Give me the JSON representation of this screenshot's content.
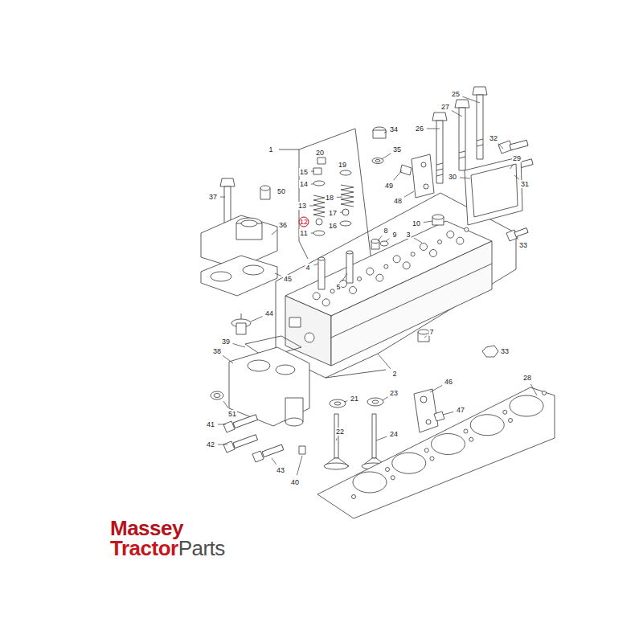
{
  "diagram": {
    "labels": [
      "25",
      "27",
      "26",
      "34",
      "32",
      "1",
      "35",
      "20",
      "29",
      "15",
      "19",
      "30",
      "14",
      "31",
      "49",
      "50",
      "37",
      "18",
      "48",
      "13",
      "17",
      "12",
      "36",
      "10",
      "16",
      "8",
      "9",
      "3",
      "11",
      "33",
      "4",
      "45",
      "5",
      "44",
      "7",
      "39",
      "38",
      "33",
      "2",
      "28",
      "23",
      "46",
      "21",
      "47",
      "51",
      "41",
      "22",
      "24",
      "42",
      "43",
      "40",
      "Massey",
      "Tractor",
      "Parts"
    ]
  }
}
